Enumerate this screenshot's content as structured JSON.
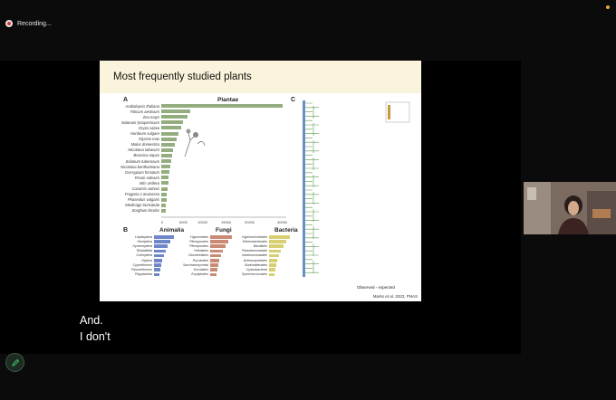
{
  "recording": {
    "label": "Recording..."
  },
  "slide": {
    "title": "Most frequently studied plants",
    "panel_a": "A",
    "panel_b": "B",
    "panel_c": "C",
    "plantae_title": "Plantae",
    "animalia_title": "Animalia",
    "fungi_title": "Fungi",
    "bacteria_title": "Bacteria",
    "species": [
      {
        "name": "Arabidopsis thaliana",
        "value": 31000
      },
      {
        "name": "Triticum aestivum",
        "value": 7500
      },
      {
        "name": "Zea mays",
        "value": 6800
      },
      {
        "name": "Solanum lycopersicum",
        "value": 5600
      },
      {
        "name": "Oryza sativa",
        "value": 5200
      },
      {
        "name": "Hordeum vulgare",
        "value": 4400
      },
      {
        "name": "Glycine max",
        "value": 3900
      },
      {
        "name": "Malus domestica",
        "value": 3500
      },
      {
        "name": "Nicotiana tabacum",
        "value": 3100
      },
      {
        "name": "Brassica napus",
        "value": 2800
      },
      {
        "name": "Solanum tuberosum",
        "value": 2500
      },
      {
        "name": "Nicotiana benthamiana",
        "value": 2300
      },
      {
        "name": "Gossypium hirsutum",
        "value": 2100
      },
      {
        "name": "Pisum sativum",
        "value": 1900
      },
      {
        "name": "Vitis vinifera",
        "value": 1800
      },
      {
        "name": "Cucumis sativus",
        "value": 1600
      },
      {
        "name": "Fragaria x ananassa",
        "value": 1400
      },
      {
        "name": "Phaseolus vulgaris",
        "value": 1300
      },
      {
        "name": "Medicago truncatula",
        "value": 1200
      },
      {
        "name": "Sorghum bicolor",
        "value": 1100
      }
    ],
    "x_ticks": [
      "0",
      "5000",
      "10000",
      "15000",
      "20000",
      "30000"
    ],
    "animalia": [
      "Lepidoptera",
      "Hemiptera",
      "Hymenoptera",
      "Rhabditida",
      "Coleoptera",
      "Diptera",
      "Cyprinformes",
      "Passeriformes",
      "Polyplacinia"
    ],
    "fungi": [
      "Hypocreales",
      "Pleosporales",
      "Pleosporales",
      "Helotiales",
      "Glomerellales",
      "Puccinales",
      "Saccharomycetales",
      "Eurotiales",
      "Erysiphales"
    ],
    "bacteria": [
      "Hyphomicrobiales",
      "Enterobacterales",
      "Bacillales",
      "Pseudomonadales",
      "Xanthomonadales",
      "Actinomycetales",
      "Burkholderiales",
      "Cyanobacteria",
      "Synechococcales"
    ],
    "observed_label": "Observed - expected",
    "citation": "Marks et al. 2023, PNAS"
  },
  "caption": {
    "line1": "And.",
    "line2": "I don't"
  }
}
